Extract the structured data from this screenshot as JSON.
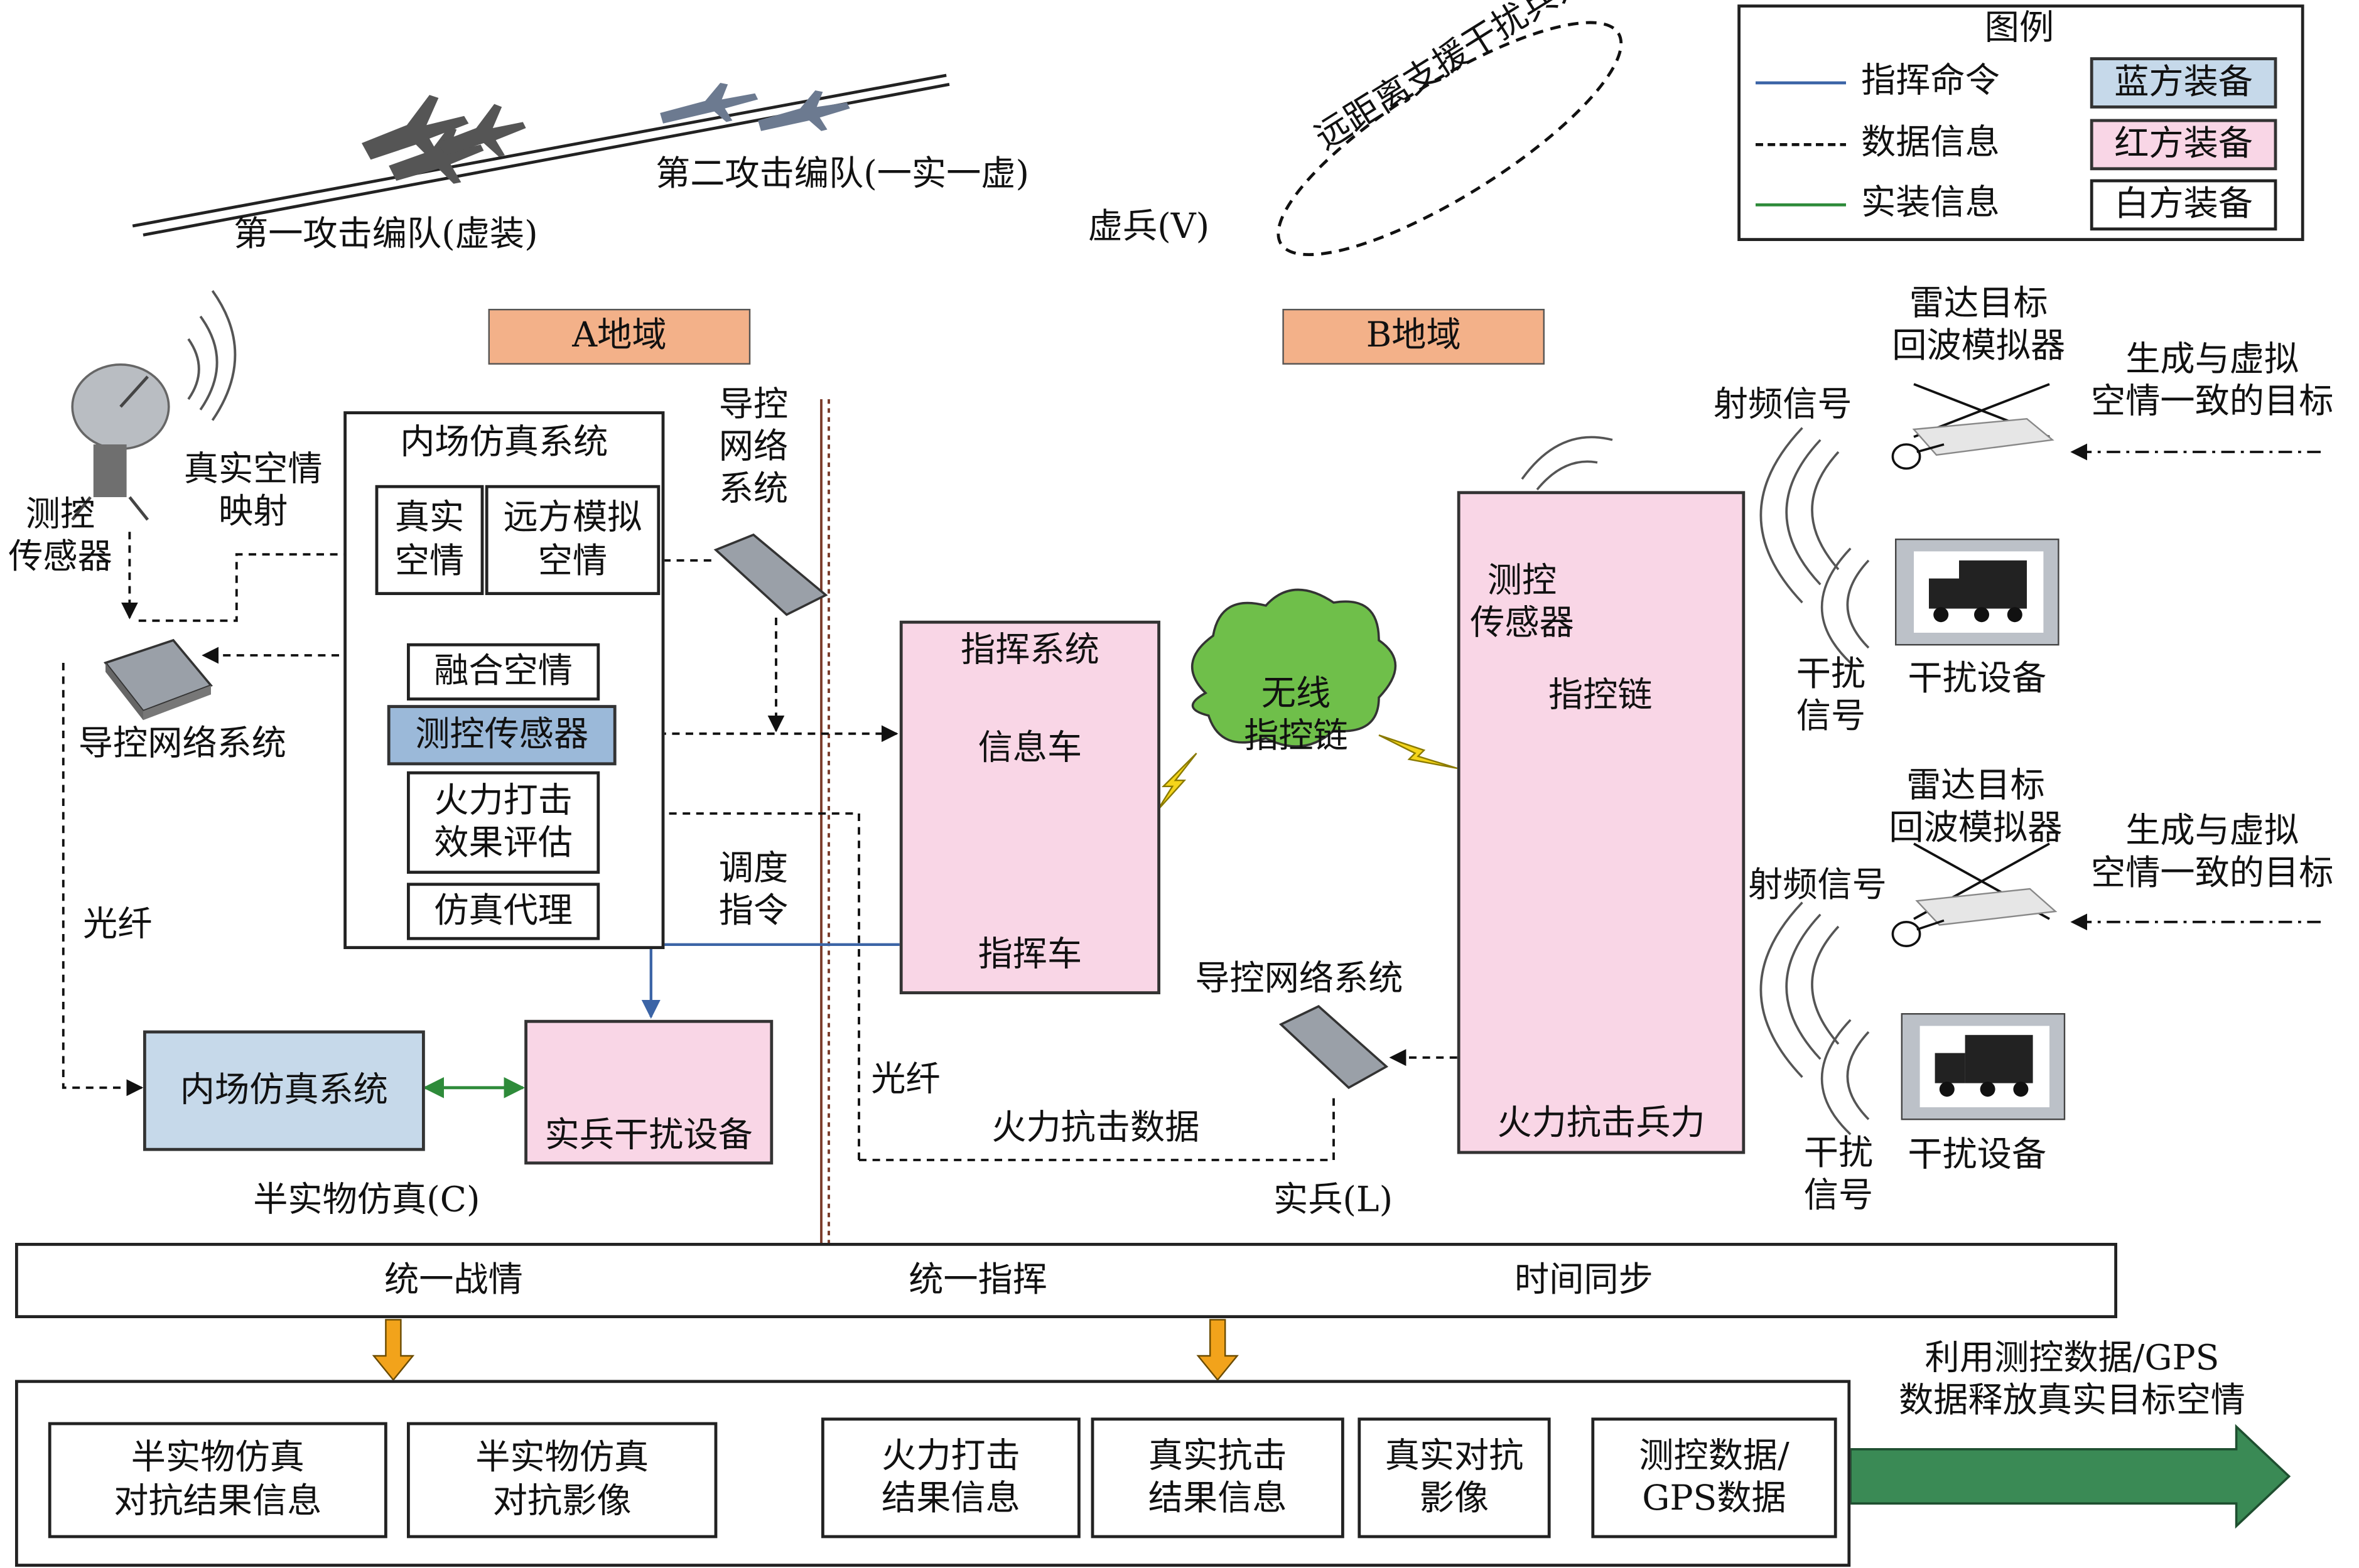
{
  "colors": {
    "command_line": "#3b64a6",
    "data_line": "#111111",
    "equipment_line": "#2e8b3a",
    "blue_fill": "#c6d9ea",
    "red_fill": "#f9d6e6",
    "white_fill": "#ffffff",
    "region_fill": "#f3b189",
    "cloud_fill": "#6fbf4a",
    "arrow_fill": "#3a8a55",
    "down_arrow_fill": "#f2a31b",
    "divider": "#7a3b2a"
  },
  "legend": {
    "title": "图例",
    "lines": [
      "指挥命令",
      "数据信息",
      "实装信息"
    ],
    "boxes": [
      "蓝方装备",
      "红方装备",
      "白方装备"
    ]
  },
  "top": {
    "formation1": "第一攻击编队(虚装)",
    "formation2": "第二攻击编队(一实一虚)",
    "virtual": "虚兵(V)",
    "remote": "远距离支援干扰兵力"
  },
  "regions": {
    "a": "A地域",
    "b": "B地域"
  },
  "left": {
    "sensor_label": "测控\n传感器",
    "real_air_mapping": "真实空情\n映射",
    "network_left": "导控网络系统",
    "fiber": "光纤",
    "inner_sim_title": "内场仿真系统",
    "real_air": "真实\n空情",
    "remote_sim_air": "远方模拟\n空情",
    "fused_air": "融合空情",
    "mc_sensor": "测控传感器",
    "fire_eval": "火力打击\n效果评估",
    "sim_agent": "仿真代理",
    "network_top": "导控\n网络\n系统",
    "inner_sim_bottom": "内场仿真系统",
    "real_jammer": "实兵干扰设备",
    "semi_label": "半实物仿真(C)",
    "dispatch": "调度\n指令"
  },
  "middle": {
    "command_system": "指挥系统",
    "info_vehicle": "信息车",
    "command_vehicle": "指挥车",
    "wireless_cloud": "无线\n指控链",
    "fiber": "光纤",
    "fire_data": "火力抗击数据",
    "network": "导控网络系统",
    "real_label": "实兵(L)"
  },
  "right": {
    "sensor": "测控\n传感器",
    "link_cloud": "指控链",
    "fire_force": "火力抗击兵力",
    "radar_sim": "雷达目标\n回波模拟器",
    "rf_signal": "射频信号",
    "gen_target": "生成与虚拟\n空情一致的目标",
    "jamming_device": "干扰设备",
    "jamming_signal": "干扰\n信号"
  },
  "bar": {
    "items": [
      "统一战情",
      "统一指挥",
      "时间同步"
    ]
  },
  "results": [
    "半实物仿真\n对抗结果信息",
    "半实物仿真\n对抗影像",
    "火力打击\n结果信息",
    "真实抗击\n结果信息",
    "真实对抗\n影像",
    "测控数据/\nGPS数据"
  ],
  "output_arrow": "利用测控数据/GPS\n数据释放真实目标空情"
}
